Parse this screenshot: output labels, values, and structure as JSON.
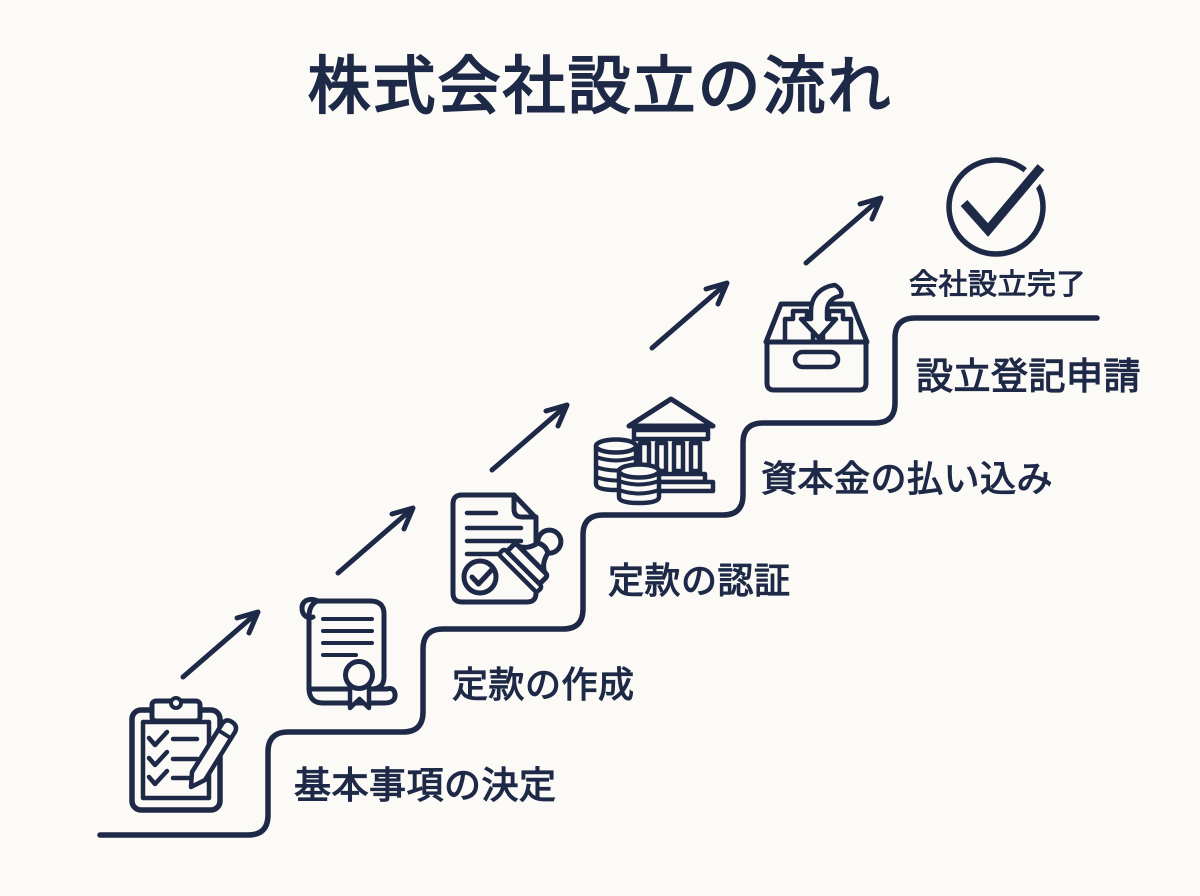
{
  "title": "株式会社設立の流れ",
  "colors": {
    "ink": "#1d2947",
    "background": "#fcfaf6"
  },
  "steps": [
    {
      "label": "基本事項の決定",
      "icon": "clipboard-checklist-icon"
    },
    {
      "label": "定款の作成",
      "icon": "scroll-certificate-icon"
    },
    {
      "label": "定款の認証",
      "icon": "document-stamp-icon"
    },
    {
      "label": "資本金の払い込み",
      "icon": "bank-coins-icon"
    },
    {
      "label": "設立登記申請",
      "icon": "archive-box-icon"
    }
  ],
  "completion": {
    "label": "会社設立完了",
    "icon": "check-circle-icon"
  },
  "decorations": {
    "connector_icon": "diagonal-up-arrow-icon",
    "staircase_icon": "ascending-steps-line"
  }
}
